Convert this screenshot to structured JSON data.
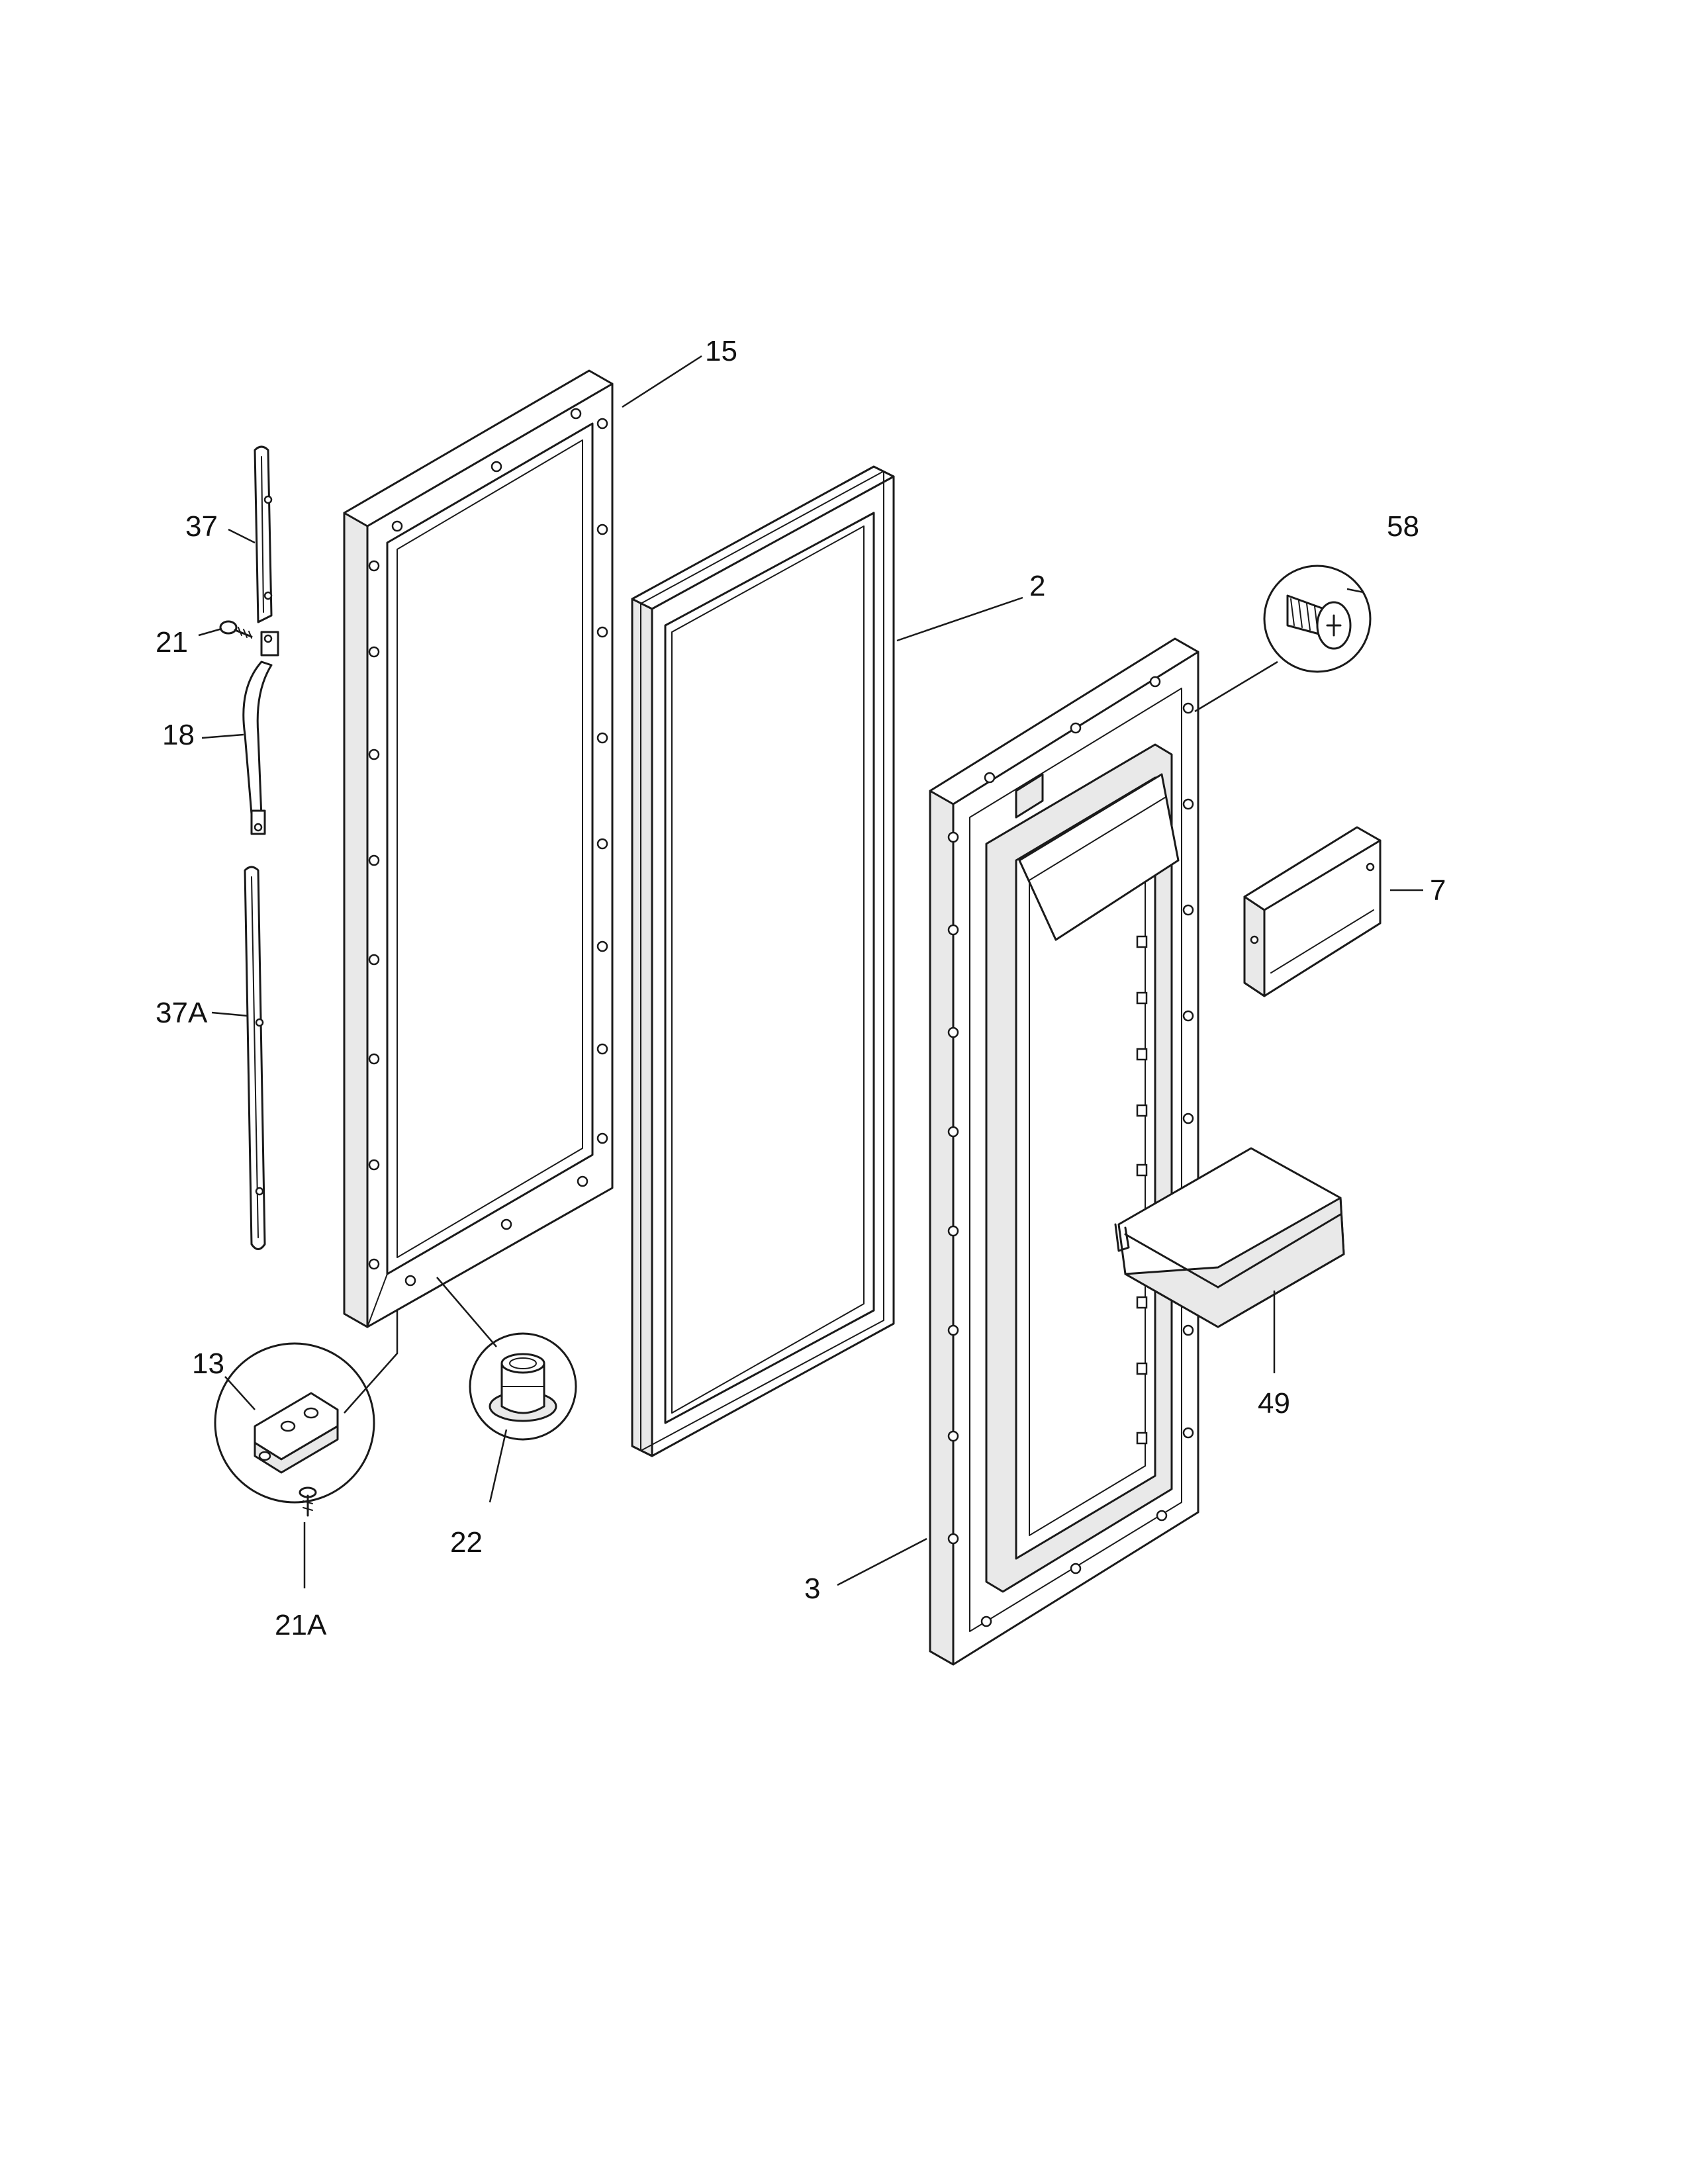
{
  "labels": {
    "p15": "15",
    "p2": "2",
    "p58": "58",
    "p37": "37",
    "p21": "21",
    "p18": "18",
    "p37a": "37A",
    "p7": "7",
    "p49": "49",
    "p13": "13",
    "p22": "22",
    "p21a": "21A",
    "p3": "3"
  }
}
